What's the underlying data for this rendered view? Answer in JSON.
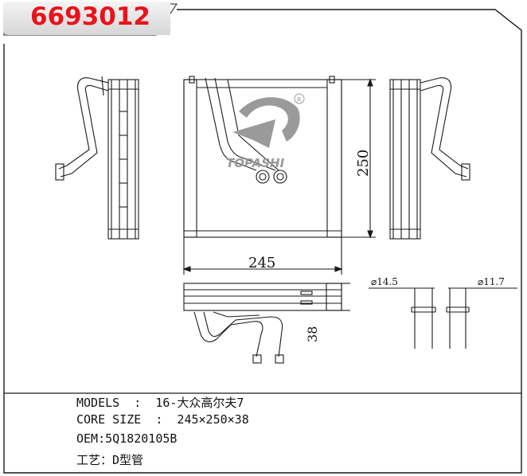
{
  "header": {
    "part_number": "6693012"
  },
  "drawing": {
    "brand_logo_text": "TOPASHI",
    "dim_width": "245",
    "dim_height": "250",
    "dim_depth": "38",
    "pipe_dia_large": "⌀14.5",
    "pipe_dia_small": "⌀11.7"
  },
  "specs": {
    "models": "MODELS  :  16-大众高尔夫7",
    "core_size": "CORE SIZE  :  245×250×38",
    "oem": "OEM:5Q1820105B",
    "process": "工艺：D型管"
  },
  "colors": {
    "part_number": "#e8131b",
    "line": "#1a1a1a",
    "logo": "#9a9a9a"
  }
}
